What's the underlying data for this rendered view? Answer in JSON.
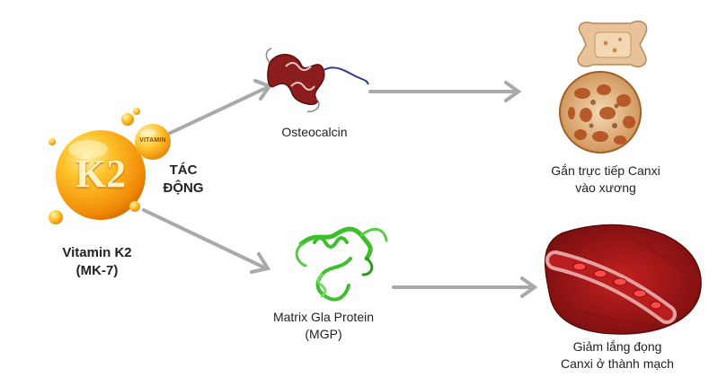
{
  "source": {
    "vitamin_line1": "Vitamin K2",
    "vitamin_line2": "(MK-7)",
    "ball_text": "K2",
    "small_ball_text": "VITAMIN"
  },
  "action": {
    "line1": "TÁC",
    "line2": "ĐỘNG"
  },
  "proteins": [
    {
      "line1": "Osteocalcin",
      "line2": ""
    },
    {
      "line1": "Matrix Gla Protein",
      "line2": "(MGP)"
    }
  ],
  "effects": [
    {
      "line1": "Gắn trực tiếp Canxi",
      "line2": "vào xương"
    },
    {
      "line1": "Giảm lắng đọng",
      "line2": "Canxi ở thành mạch"
    }
  ],
  "colors": {
    "arrow": "#a9a9a9",
    "k2_orange": "#f5a20d",
    "k2_highlight": "#ffd95a",
    "protein_red": "#8b1d1d",
    "protein_green": "#3cbf2a",
    "bone": "#e8c29a",
    "vessel": "#9b1414"
  },
  "icons": [
    "k2-vitamin-ball-icon",
    "osteocalcin-protein-icon",
    "mgp-protein-icon",
    "bone-icon",
    "blood-vessel-icon"
  ]
}
